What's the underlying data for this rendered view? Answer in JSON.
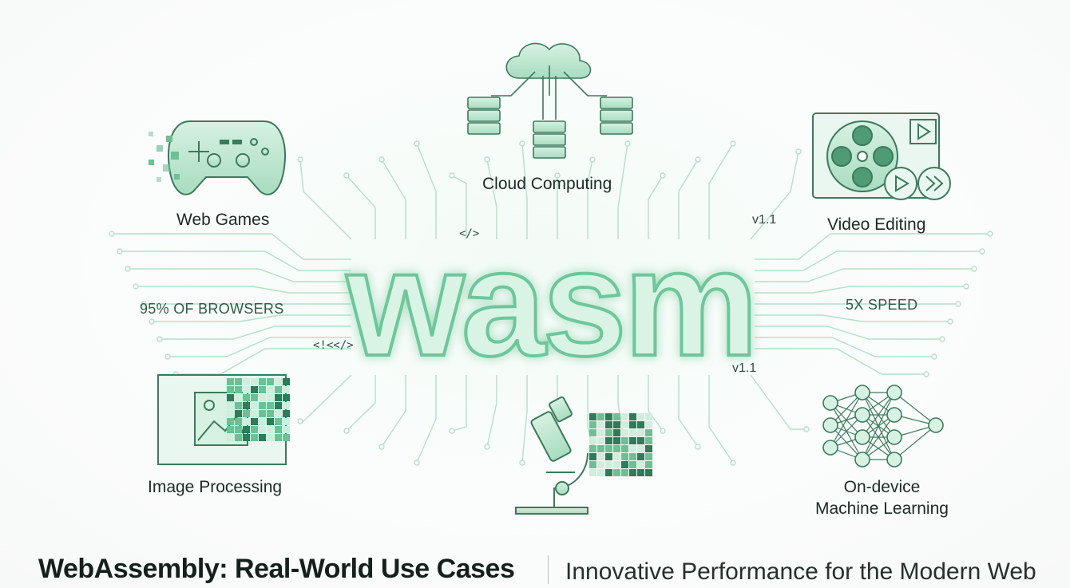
{
  "center": {
    "word": "wasm",
    "tags": [
      "</>",
      "<!<</>",
      "v1.1",
      "v1.1"
    ]
  },
  "use_cases": {
    "web_games": "Web Games",
    "cloud_computing": "Cloud Computing",
    "video_editing": "Video Editing",
    "image_processing": "Image Processing",
    "ml_line1": "On-device",
    "ml_line2": "Machine Learning"
  },
  "stats": {
    "browsers": "95% OF BROWSERS",
    "speed": "5X SPEED"
  },
  "footer": {
    "title": "WebAssembly: Real-World Use Cases",
    "subtitle": "Innovative Performance for the Modern Web"
  },
  "colors": {
    "accent": "#5dbf8f",
    "accent_dark": "#2f7a58",
    "line": "#9fd6b8",
    "text": "#1d2a25"
  }
}
